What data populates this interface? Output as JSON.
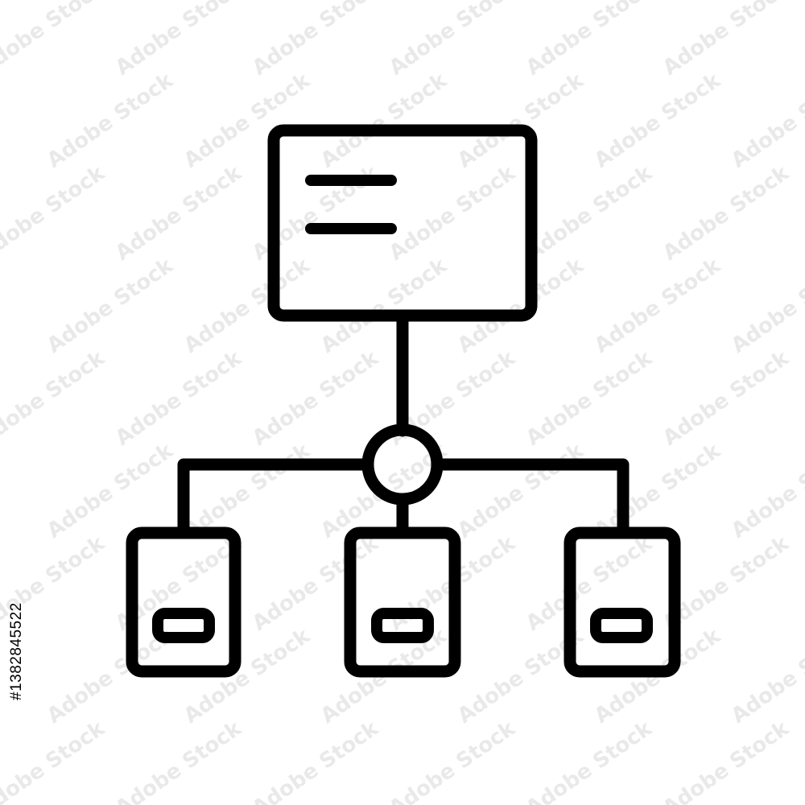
{
  "colors": {
    "background": "#ffffff",
    "ink": "#000000",
    "watermark": "#000000"
  },
  "diagram": {
    "root": {
      "icon": "document-card-icon",
      "text_lines": 2
    },
    "hub": {
      "icon": "connector-node-icon"
    },
    "children": [
      {
        "icon": "server-unit-icon"
      },
      {
        "icon": "server-unit-icon"
      },
      {
        "icon": "server-unit-icon"
      }
    ]
  },
  "watermark": {
    "text": "Adobe Stock",
    "id_label": "#1382845522"
  }
}
